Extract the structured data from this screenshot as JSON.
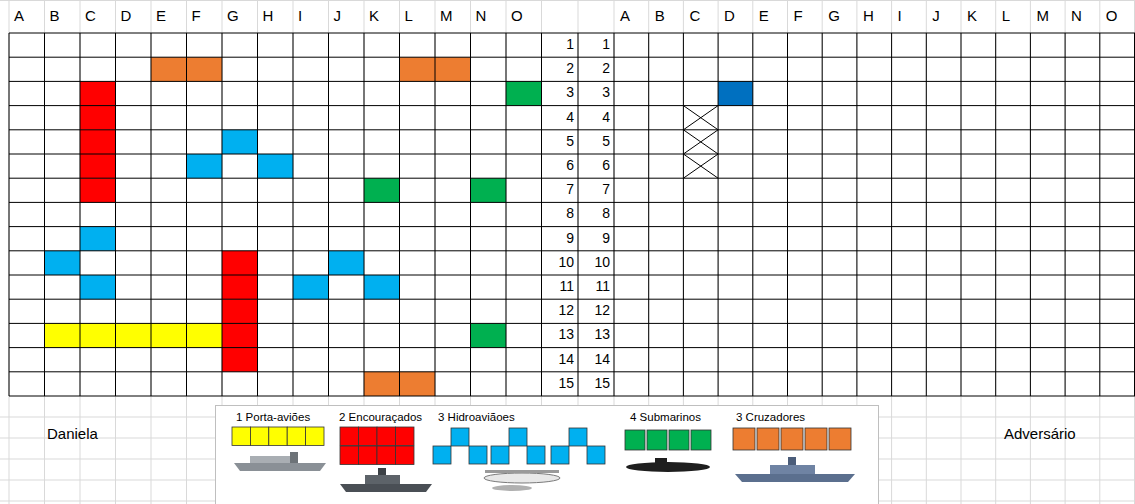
{
  "diagram": {
    "labels": [
      "A",
      "B",
      "C",
      "D",
      "E",
      "F",
      "G",
      "H",
      "I",
      "J",
      "K",
      "L",
      "M",
      "N",
      "O",
      "A",
      "B",
      "C",
      "D",
      "E",
      "F",
      "G",
      "H",
      "I",
      "J",
      "K",
      "L",
      "M",
      "N",
      "O",
      "1",
      "1",
      "2",
      "2",
      "3",
      "3",
      "4",
      "4",
      "5",
      "5",
      "6",
      "6",
      "7",
      "7",
      "8",
      "8",
      "9",
      "9",
      "10",
      "10",
      "11",
      "11",
      "12",
      "12",
      "13",
      "13",
      "14",
      "14",
      "15",
      "15",
      "Daniela",
      "Adversário"
    ],
    "legend": [
      {
        "text": "1 Porta-aviões",
        "color": "#FFFF00"
      },
      {
        "text": "2 Encouraçados",
        "color": "#FF0000"
      },
      {
        "text": "3 Hidroaviãoes",
        "color": "#00B0F0"
      },
      {
        "text": "4 Submarinos",
        "color": "#00B050"
      },
      {
        "text": "3 Cruzadores",
        "color": "#ED7D31"
      }
    ]
  }
}
